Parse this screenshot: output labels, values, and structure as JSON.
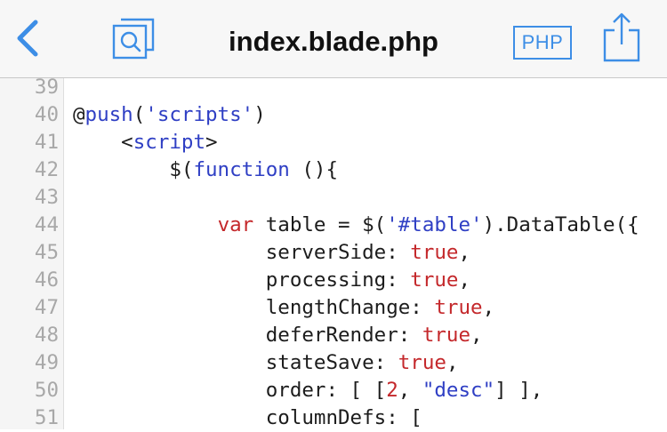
{
  "toolbar": {
    "title": "index.blade.php",
    "language_badge": "PHP",
    "back_icon": "chevron-left-icon",
    "search_icon": "search-pages-icon",
    "share_icon": "share-icon",
    "accent_color": "#3d8ee6"
  },
  "editor": {
    "lines": [
      {
        "number": "39",
        "tokens": []
      },
      {
        "number": "40",
        "tokens": [
          {
            "t": "@",
            "c": "plain"
          },
          {
            "t": "push",
            "c": "kw"
          },
          {
            "t": "(",
            "c": "plain"
          },
          {
            "t": "'scripts'",
            "c": "kw"
          },
          {
            "t": ")",
            "c": "plain"
          }
        ]
      },
      {
        "number": "41",
        "tokens": [
          {
            "t": "    <",
            "c": "plain"
          },
          {
            "t": "script",
            "c": "kw"
          },
          {
            "t": ">",
            "c": "plain"
          }
        ]
      },
      {
        "number": "42",
        "tokens": [
          {
            "t": "        $(",
            "c": "plain"
          },
          {
            "t": "function",
            "c": "kw"
          },
          {
            "t": " (){",
            "c": "plain"
          }
        ]
      },
      {
        "number": "43",
        "tokens": []
      },
      {
        "number": "44",
        "tokens": [
          {
            "t": "            ",
            "c": "plain"
          },
          {
            "t": "var",
            "c": "var"
          },
          {
            "t": " table = $(",
            "c": "plain"
          },
          {
            "t": "'#table'",
            "c": "kw"
          },
          {
            "t": ").DataTable({",
            "c": "plain"
          }
        ]
      },
      {
        "number": "45",
        "tokens": [
          {
            "t": "                serverSide: ",
            "c": "plain"
          },
          {
            "t": "true",
            "c": "str"
          },
          {
            "t": ",",
            "c": "plain"
          }
        ]
      },
      {
        "number": "46",
        "tokens": [
          {
            "t": "                processing: ",
            "c": "plain"
          },
          {
            "t": "true",
            "c": "str"
          },
          {
            "t": ",",
            "c": "plain"
          }
        ]
      },
      {
        "number": "47",
        "tokens": [
          {
            "t": "                lengthChange: ",
            "c": "plain"
          },
          {
            "t": "true",
            "c": "str"
          },
          {
            "t": ",",
            "c": "plain"
          }
        ]
      },
      {
        "number": "48",
        "tokens": [
          {
            "t": "                deferRender: ",
            "c": "plain"
          },
          {
            "t": "true",
            "c": "str"
          },
          {
            "t": ",",
            "c": "plain"
          }
        ]
      },
      {
        "number": "49",
        "tokens": [
          {
            "t": "                stateSave: ",
            "c": "plain"
          },
          {
            "t": "true",
            "c": "str"
          },
          {
            "t": ",",
            "c": "plain"
          }
        ]
      },
      {
        "number": "50",
        "tokens": [
          {
            "t": "                order: [ [",
            "c": "plain"
          },
          {
            "t": "2",
            "c": "num"
          },
          {
            "t": ", ",
            "c": "plain"
          },
          {
            "t": "\"desc\"",
            "c": "kw"
          },
          {
            "t": "] ],",
            "c": "plain"
          }
        ]
      },
      {
        "number": "51",
        "tokens": [
          {
            "t": "                columnDefs: [",
            "c": "plain"
          }
        ]
      }
    ]
  }
}
